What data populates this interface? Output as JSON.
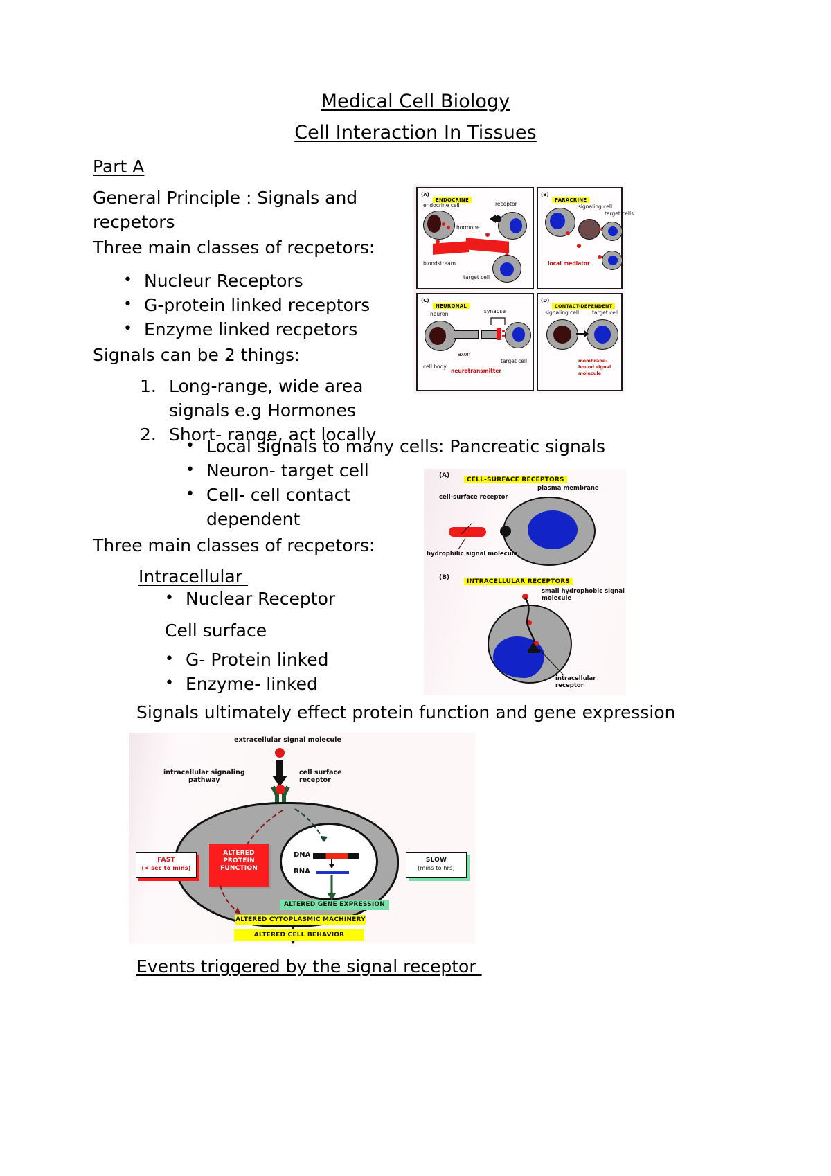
{
  "document": {
    "title_line_1": "Medical Cell Biology",
    "title_line_2": "Cell Interaction In Tissues",
    "section_label": "Part A"
  },
  "body": {
    "heading_general_principle": "General Principle : Signals and\nrecpetors",
    "heading_three_classes_1": "Three main classes of recpetors:",
    "classes_1": [
      "Nucleur Receptors",
      "G-protein linked receptors",
      "Enzyme linked recpetors"
    ],
    "heading_signals_two_things": "Signals can be 2 things:",
    "signal_types": [
      {
        "text": "Long-range, wide area",
        "text_line2": "signals e.g Hormones"
      },
      {
        "text": "Short- range, act locally",
        "text_line2": ""
      }
    ],
    "short_range_examples": [
      "Local signals to many cells: Pancreatic signals",
      "Neuron- target cell",
      "Cell- cell contact\ndependent"
    ],
    "heading_three_classes_2": "Three main classes of recpetors:",
    "subheading_intracellular": "Intracellular ",
    "intracellular_items": [
      "Nuclear Receptor"
    ],
    "subheading_cell_surface": "Cell surface",
    "cell_surface_items": [
      "G- Protein linked",
      "Enzyme- linked"
    ],
    "line_signals_effect": "Signals ultimately effect protein function and gene expression",
    "heading_events": "Events triggered by the signal receptor "
  },
  "figure_signalling_modes": {
    "panels": [
      {
        "tag": "(A)",
        "title": "ENDOCRINE",
        "labels": [
          "endocrine cell",
          "hormone",
          "receptor",
          "bloodstream",
          "target cell"
        ]
      },
      {
        "tag": "(B)",
        "title": "PARACRINE",
        "labels": [
          "signaling cell",
          "target cells",
          "local mediator"
        ]
      },
      {
        "tag": "(C)",
        "title": "NEURONAL",
        "labels": [
          "neuron",
          "synapse",
          "axon",
          "neurotransmitter",
          "target cell",
          "cell body"
        ]
      },
      {
        "tag": "(D)",
        "title": "CONTACT-DEPENDENT",
        "labels": [
          "signaling cell",
          "target cell",
          "membrane-bound signal molecule"
        ]
      }
    ]
  },
  "figure_receptor_types": {
    "panel_a": {
      "tag": "(A)",
      "title": "CELL-SURFACE RECEPTORS",
      "labels": [
        "cell-surface receptor",
        "plasma membrane",
        "hydrophilic signal molecule"
      ]
    },
    "panel_b": {
      "tag": "(B)",
      "title": "INTRACELLULAR RECEPTORS",
      "labels": [
        "small hydrophobic signal molecule",
        "intracellular receptor"
      ]
    }
  },
  "figure_signal_effects": {
    "labels": {
      "extracellular_signal": "extracellular signal molecule",
      "intracellular_pathway": "intracellular signaling\npathway",
      "cell_surface_receptor": "cell surface\nreceptor",
      "dna": "DNA",
      "rna": "RNA"
    },
    "boxes": {
      "fast_title": "FAST",
      "fast_sub": "(< sec to mins)",
      "slow_title": "SLOW",
      "slow_sub": "(mins to hrs)",
      "altered_protein_function": "ALTERED\nPROTEIN\nFUNCTION",
      "altered_gene_expression": "ALTERED GENE EXPRESSION",
      "altered_cytoplasmic_machinery": "ALTERED CYTOPLASMIC MACHINERY",
      "altered_cell_behavior": "ALTERED CELL BEHAVIOR"
    }
  },
  "colors": {
    "highlight_yellow": "#ffff00",
    "signal_red": "#e01b1b",
    "nucleus_blue": "#1224c8",
    "cytoplasm_gray": "#a6a6a6",
    "gene_green": "#79e0a8"
  }
}
